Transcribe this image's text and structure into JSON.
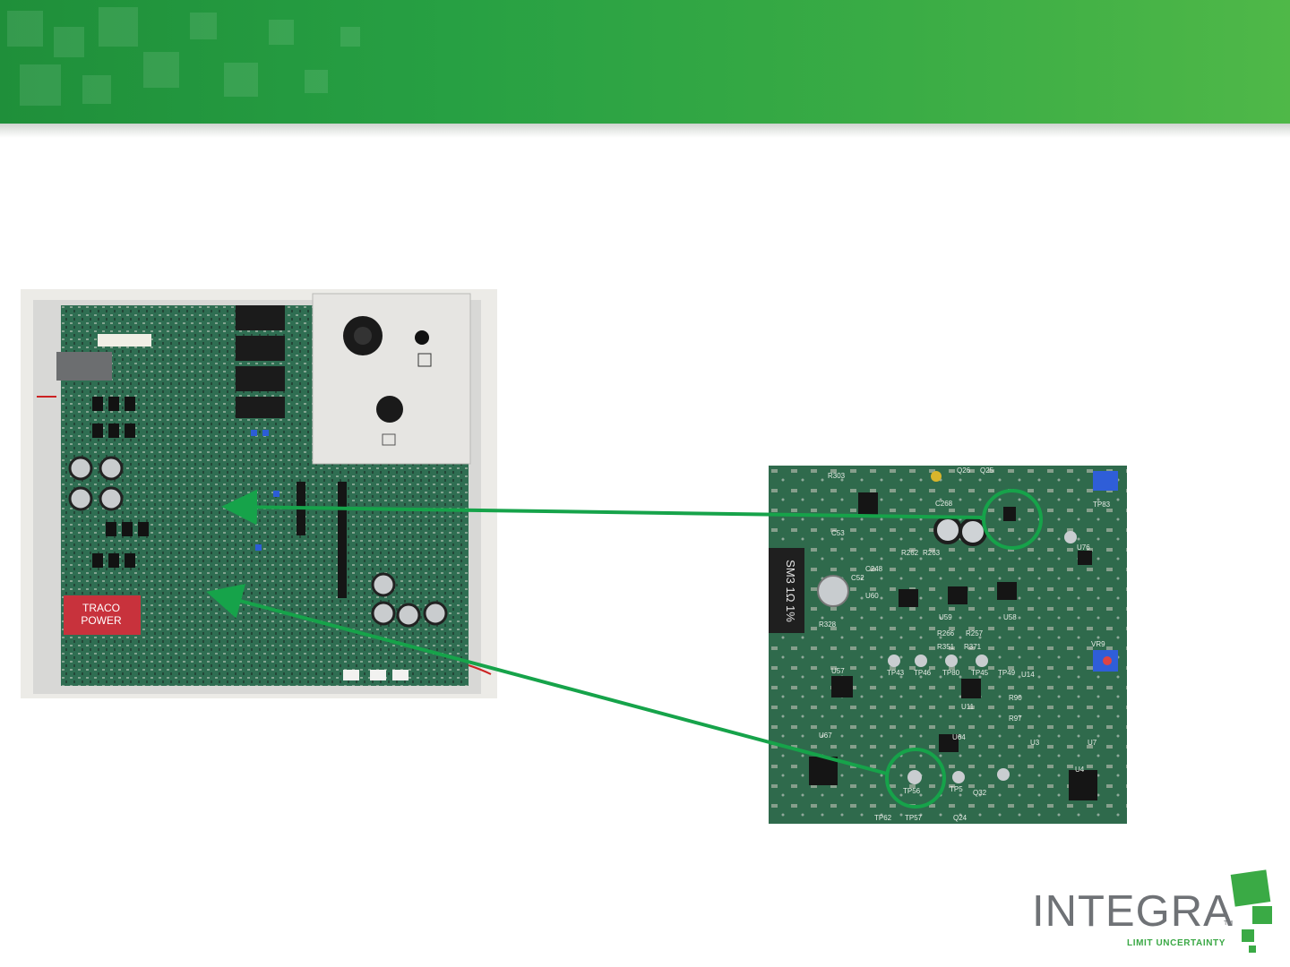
{
  "colors": {
    "banner_left": "#1f8f3a",
    "banner_right": "#4fb848",
    "arrow": "#16a34a",
    "logo_text": "#6f7276",
    "logo_green": "#3aaa45",
    "pcb_green": "#2f6a4c"
  },
  "board_photo": {
    "module_label_line1": "TRACO",
    "module_label_line2": "POWER"
  },
  "zoom_photo": {
    "resistor_label": "SM3 1Ω 1%",
    "labels": [
      "R303",
      "C268",
      "Q26",
      "Q25",
      "C53",
      "C52",
      "C248",
      "R262",
      "R263",
      "U60",
      "R266",
      "R257",
      "U59",
      "U58",
      "R351",
      "R371",
      "R328",
      "TP43",
      "TP46",
      "TP80",
      "TP45",
      "TP49",
      "U57",
      "U11",
      "U14",
      "R90",
      "R97",
      "U67",
      "U64",
      "U3",
      "U7",
      "U4",
      "TP56",
      "TP5",
      "Q32",
      "TP62",
      "TP57",
      "Q24",
      "VR9",
      "TP83",
      "U76"
    ]
  },
  "logo": {
    "wordmark": "INTEGRA",
    "trademark": "TM",
    "tagline": "LIMIT UNCERTAINTY"
  }
}
